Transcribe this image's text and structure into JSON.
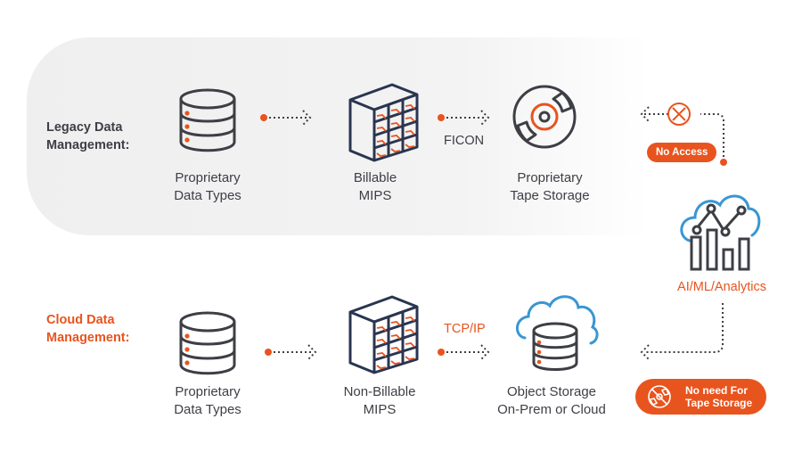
{
  "colors": {
    "accent": "#e8541e",
    "icon_dark": "#3d3f45",
    "icon_navy": "#2a3550",
    "cloud_blue": "#3a96d3",
    "panel_bg": "#efefef"
  },
  "legacy": {
    "label_line1": "Legacy Data",
    "label_line2": "Management:",
    "steps": [
      {
        "icon": "database-icon",
        "line1": "Proprietary",
        "line2": "Data Types"
      },
      {
        "icon": "mainframe-rack-icon",
        "line1": "Billable",
        "line2": "MIPS"
      },
      {
        "icon": "tape-disc-icon",
        "line1": "Proprietary",
        "line2": "Tape Storage"
      }
    ],
    "connector_label": "FICON",
    "no_access_badge": "No Access",
    "blocked_icon": "x-circle-icon"
  },
  "cloud": {
    "label_line1": "Cloud Data",
    "label_line2": "Management:",
    "steps": [
      {
        "icon": "database-icon",
        "line1": "Proprietary",
        "line2": "Data Types"
      },
      {
        "icon": "mainframe-rack-icon",
        "line1": "Non-Billable",
        "line2": "MIPS"
      },
      {
        "icon": "cloud-database-icon",
        "line1": "Object Storage",
        "line2": "On-Prem or Cloud"
      }
    ],
    "connector_label": "TCP/IP",
    "tape_badge": "No need For\nTape Storage",
    "tape_badge_icon": "no-tape-icon"
  },
  "analytics": {
    "icon": "cloud-analytics-icon",
    "label": "AI/ML/Analytics"
  }
}
